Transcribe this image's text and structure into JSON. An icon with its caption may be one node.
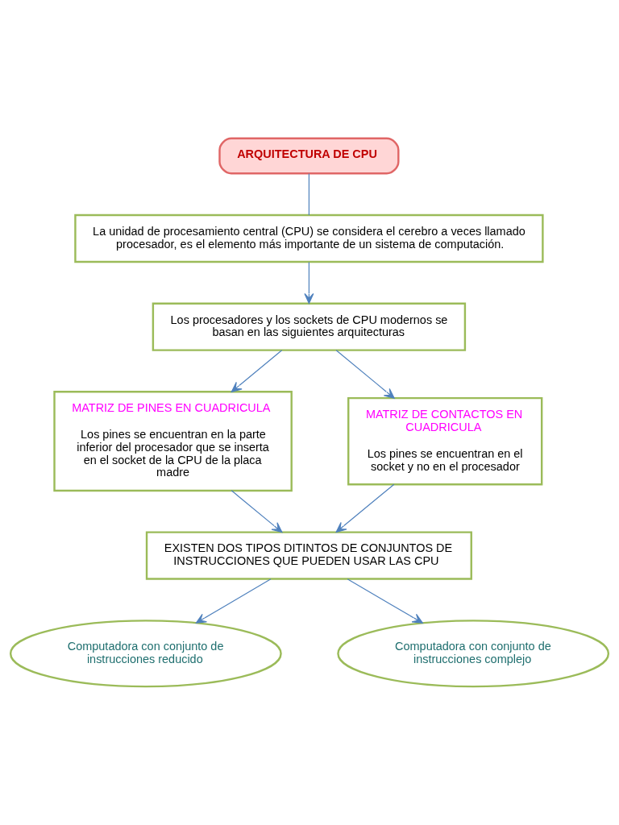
{
  "diagram": {
    "nodes": [
      {
        "text": [
          "ARQUITECTURA DE CPU"
        ]
      },
      {
        "text": [
          "La unidad de procesamiento central (CPU) se considera el cerebro a veces llamado procesador, es el elemento más importante de un sistema de computación."
        ]
      },
      {
        "text": [
          "Los procesadores y los sockets de CPU modernos se basan en las siguientes arquitecturas"
        ]
      },
      {
        "text": [
          "MATRIZ DE PINES EN CUADRICULA",
          "Los pines se encuentran en la parte inferior del procesador que se inserta en el socket de la CPU de la placa madre"
        ]
      },
      {
        "text": [
          "MATRIZ DE CONTACTOS EN CUADRICULA",
          "Los pines se encuentran en el socket y no en el procesador"
        ]
      },
      {
        "text": [
          "EXISTEN DOS TIPOS DITINTOS DE CONJUNTOS DE INSTRUCCIONES QUE PUEDEN USAR LAS CPU"
        ]
      },
      {
        "text": [
          "Computadora con conjunto de instrucciones reducido"
        ]
      },
      {
        "text": [
          "Computadora con conjunto de instrucciones complejo"
        ]
      }
    ],
    "edges": [
      {
        "from": 0,
        "to": 1,
        "arrow": "none"
      },
      {
        "from": 1,
        "to": 2,
        "arrow": "to"
      },
      {
        "from": 2,
        "to": 3,
        "arrow": "to"
      },
      {
        "from": 2,
        "to": 4,
        "arrow": "to"
      },
      {
        "from": 3,
        "to": 5,
        "arrow": "to"
      },
      {
        "from": 4,
        "to": 5,
        "arrow": "to"
      },
      {
        "from": 5,
        "to": 6,
        "arrow": "to"
      },
      {
        "from": 5,
        "to": 7,
        "arrow": "to"
      }
    ]
  }
}
